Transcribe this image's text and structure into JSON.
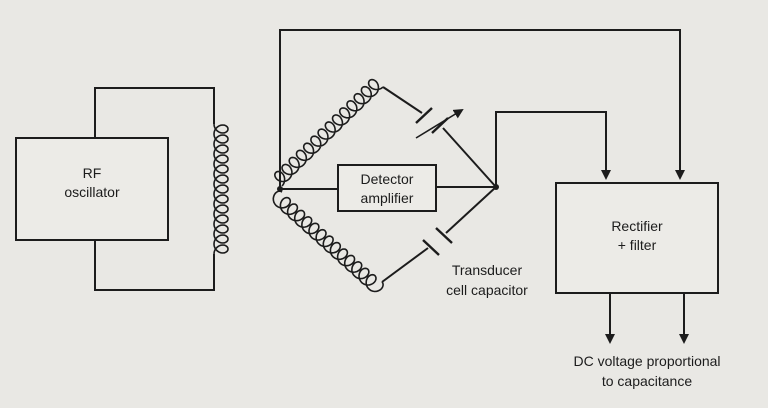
{
  "blocks": {
    "rf_oscillator": [
      "RF",
      "oscillator"
    ],
    "detector_amplifier": [
      "Detector",
      "amplifier"
    ],
    "rectifier_filter": [
      "Rectifier",
      "+ filter"
    ]
  },
  "annotations": {
    "transducer": [
      "Transducer",
      "cell capacitor"
    ],
    "output": [
      "DC voltage proportional",
      "to capacitance"
    ]
  }
}
